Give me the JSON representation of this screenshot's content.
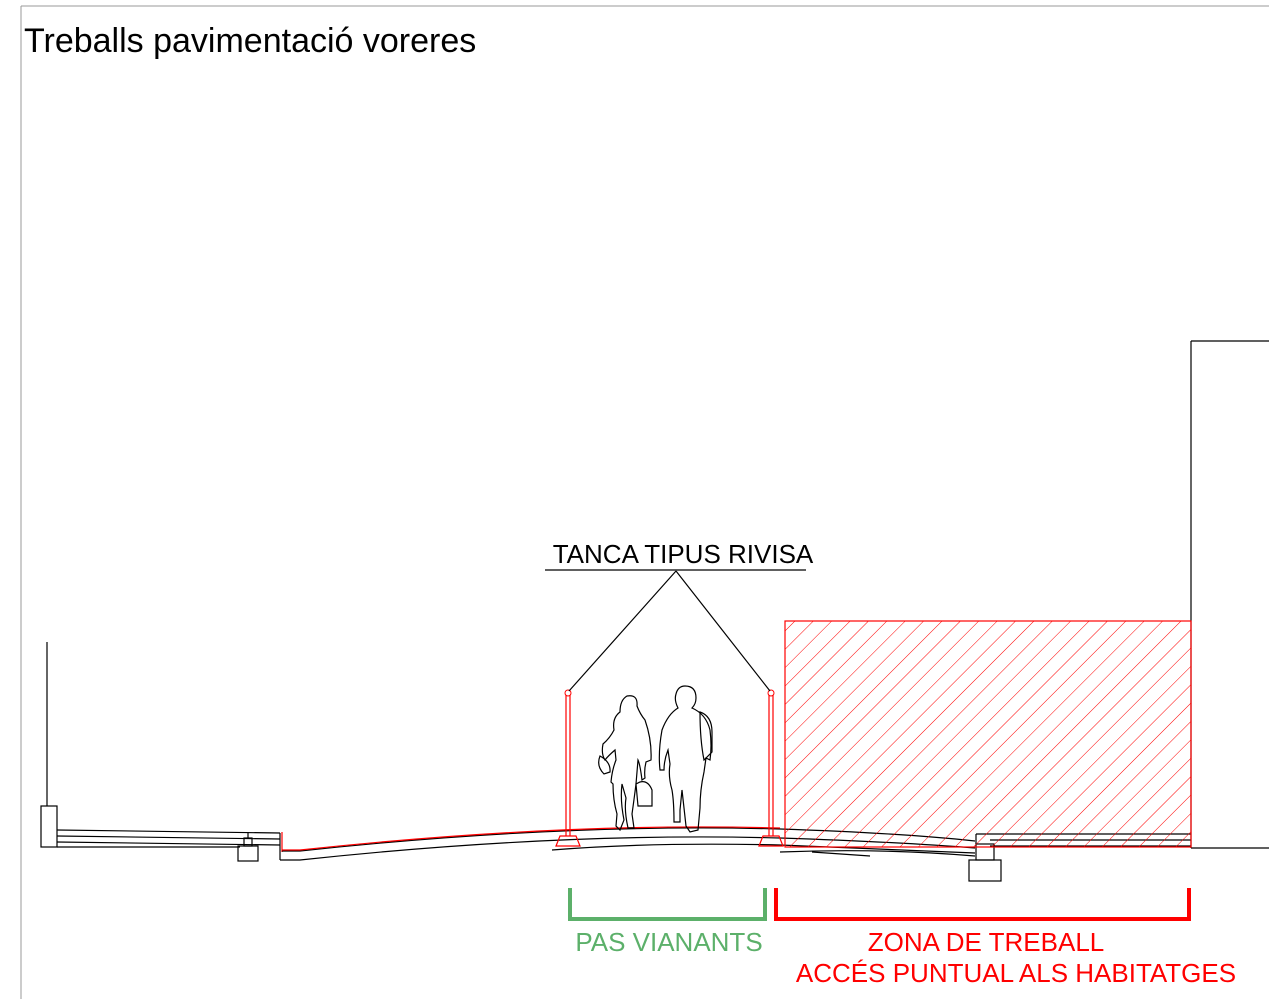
{
  "title": "Treballs pavimentació voreres",
  "annotations": {
    "fence_label": "TANCA TIPUS RIVISA",
    "pedestrian_label": "PAS VIANANTS",
    "work_zone_label_line1": "ZONA DE TREBALL",
    "work_zone_label_line2": "ACCÉS PUNTUAL ALS HABITATGES"
  },
  "colors": {
    "line": "#000000",
    "work_zone": "#ff0000",
    "pedestrian_zone": "#5cb06a",
    "background": "#ffffff"
  }
}
